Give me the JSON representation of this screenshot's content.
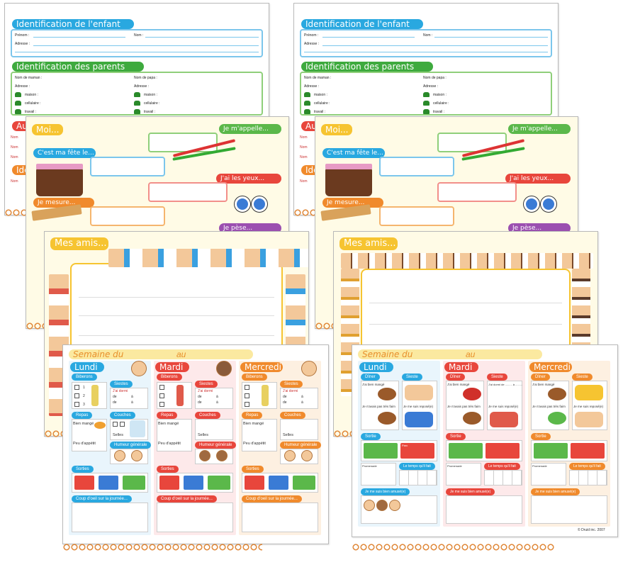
{
  "child": {
    "title": "Identification de l'enfant",
    "prenom": "Prénom :",
    "nom": "Nom :",
    "adresse": "Adresse :"
  },
  "parents": {
    "title": "Identification des parents",
    "nom_maman": "Nom de maman :",
    "nom_papa": "Nom de papa :",
    "adresse": "Adresse :",
    "maison": "maison :",
    "cellulaire": "cellulaire :",
    "travail": "travail :"
  },
  "under": {
    "au": "Au",
    "nom": "Nom",
    "ide": "Ide"
  },
  "moi": {
    "title": "Moi...",
    "appelle": "Je m'appelle...",
    "fete": "C'est ma fête le...",
    "yeux": "J'ai les yeux...",
    "mesure": "Je mesure...",
    "pese": "Je pèse..."
  },
  "amis": {
    "title": "Mes amis..."
  },
  "semaine": {
    "title": "Semaine du",
    "au": "au",
    "days": [
      "Lundi",
      "Mardi",
      "Mercredi"
    ],
    "biberons": "Biberons",
    "siestes": "Siestes",
    "dormi": "J'ai dormi",
    "de": "de",
    "a": "à",
    "nums": [
      "1",
      "2",
      "3"
    ],
    "repas": "Repas",
    "couches": "Couches",
    "bien_mange": "Bien mangé",
    "peu_appetit": "Peu d'appétit",
    "selles": "Selles",
    "humeur": "Humeur générale",
    "sorties": "Sorties",
    "coup_oeil": "Coup d'oeil sur la journée...",
    "diner": "Dîner",
    "sieste": "Sieste",
    "bien_mange2": "J'ai bien mangé",
    "dormi2": "J'ai dormi de ......... à .........",
    "pas_faim": "Je n'avais pas très faim",
    "reposer": "Je me suis reposé(e)",
    "sortie": "Sortie",
    "temps": "Le temps qu'il fait",
    "bien_amuse": "Je me suis bien amusé(e)",
    "parc": "Parc",
    "promenade": "Promenade",
    "copyright": "© Druid inc. 2007"
  }
}
